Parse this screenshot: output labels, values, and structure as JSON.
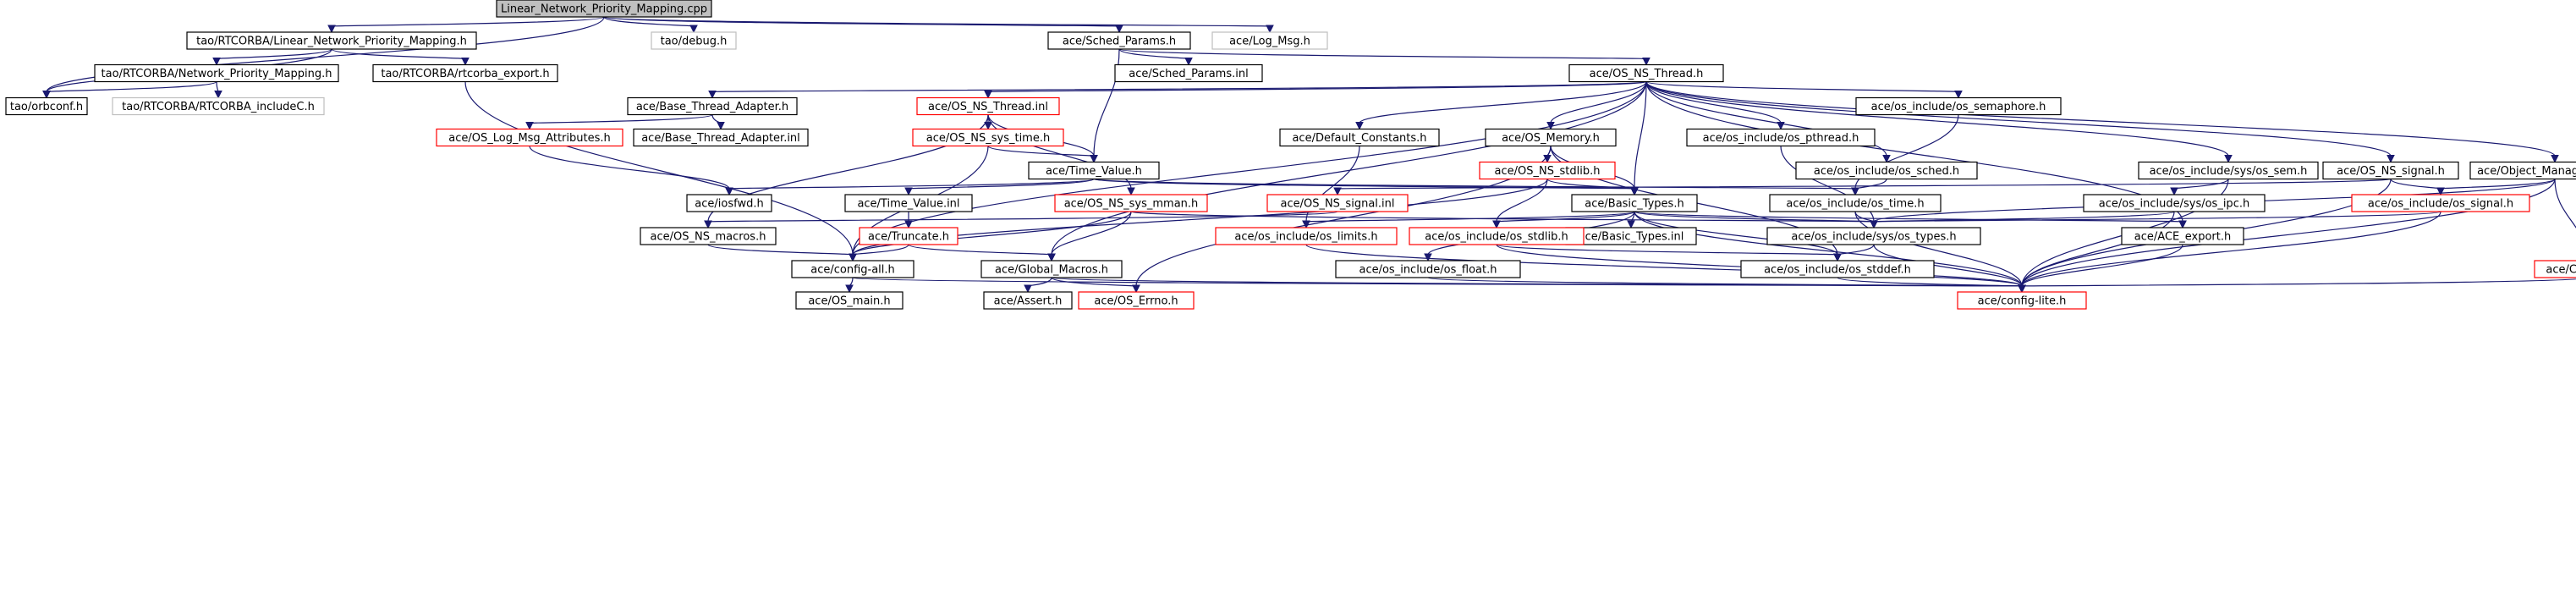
{
  "colors": {
    "edge": "#191970",
    "border_default": "#000000",
    "border_truncated": "#ff0000",
    "border_external": "#bfbfbf",
    "fill_root": "#bfbfbf",
    "fill_default": "#ffffff",
    "text": "#000000"
  },
  "legend_note": "black border = documented file, red border = truncated subgraph, gray border = not documented",
  "nodes": [
    {
      "id": "root",
      "label": "Linear_Network_Priority_Mapping.cpp",
      "style": "root"
    },
    {
      "id": "lnpm_h",
      "label": "tao/RTCORBA/Linear_Network_Priority_Mapping.h",
      "style": "default"
    },
    {
      "id": "debug_h",
      "label": "tao/debug.h",
      "style": "external"
    },
    {
      "id": "sched_params_h",
      "label": "ace/Sched_Params.h",
      "style": "default"
    },
    {
      "id": "log_msg_h",
      "label": "ace/Log_Msg.h",
      "style": "external"
    },
    {
      "id": "npm_h",
      "label": "tao/RTCORBA/Network_Priority_Mapping.h",
      "style": "default"
    },
    {
      "id": "rtcorba_export_h",
      "label": "tao/RTCORBA/rtcorba_export.h",
      "style": "default"
    },
    {
      "id": "sched_params_inl",
      "label": "ace/Sched_Params.inl",
      "style": "default"
    },
    {
      "id": "os_ns_thread_h",
      "label": "ace/OS_NS_Thread.h",
      "style": "default"
    },
    {
      "id": "orbconf_h",
      "label": "tao/orbconf.h",
      "style": "default"
    },
    {
      "id": "rtcorba_includec_h",
      "label": "tao/RTCORBA/RTCORBA_includeC.h",
      "style": "external"
    },
    {
      "id": "base_thread_adapter_h",
      "label": "ace/Base_Thread_Adapter.h",
      "style": "default"
    },
    {
      "id": "os_ns_thread_inl",
      "label": "ace/OS_NS_Thread.inl",
      "style": "truncated"
    },
    {
      "id": "os_semaphore_h",
      "label": "ace/os_include/os_semaphore.h",
      "style": "default"
    },
    {
      "id": "os_log_msg_attr_h",
      "label": "ace/OS_Log_Msg_Attributes.h",
      "style": "truncated"
    },
    {
      "id": "base_thread_adapter_inl",
      "label": "ace/Base_Thread_Adapter.inl",
      "style": "default"
    },
    {
      "id": "os_ns_sys_time_h",
      "label": "ace/OS_NS_sys_time.h",
      "style": "truncated"
    },
    {
      "id": "default_constants_h",
      "label": "ace/Default_Constants.h",
      "style": "default"
    },
    {
      "id": "os_memory_h",
      "label": "ace/OS_Memory.h",
      "style": "default"
    },
    {
      "id": "os_pthread_h",
      "label": "ace/os_include/os_pthread.h",
      "style": "default"
    },
    {
      "id": "time_value_h",
      "label": "ace/Time_Value.h",
      "style": "default"
    },
    {
      "id": "os_ns_stdlib_h",
      "label": "ace/OS_NS_stdlib.h",
      "style": "truncated"
    },
    {
      "id": "os_sched_h",
      "label": "ace/os_include/os_sched.h",
      "style": "default"
    },
    {
      "id": "os_sys_sem_h",
      "label": "ace/os_include/sys/os_sem.h",
      "style": "default"
    },
    {
      "id": "os_ns_signal_h",
      "label": "ace/OS_NS_signal.h",
      "style": "default"
    },
    {
      "id": "object_manager_base_h",
      "label": "ace/Object_Manager_Base.h",
      "style": "default"
    },
    {
      "id": "iosfwd_h",
      "label": "ace/iosfwd.h",
      "style": "default"
    },
    {
      "id": "time_value_inl",
      "label": "ace/Time_Value.inl",
      "style": "default"
    },
    {
      "id": "os_ns_sys_mman_h",
      "label": "ace/OS_NS_sys_mman.h",
      "style": "truncated"
    },
    {
      "id": "os_ns_signal_inl",
      "label": "ace/OS_NS_signal.inl",
      "style": "truncated"
    },
    {
      "id": "basic_types_h",
      "label": "ace/Basic_Types.h",
      "style": "default"
    },
    {
      "id": "os_time_h",
      "label": "ace/os_include/os_time.h",
      "style": "default"
    },
    {
      "id": "os_sys_ipc_h",
      "label": "ace/os_include/sys/os_ipc.h",
      "style": "default"
    },
    {
      "id": "os_signal_h",
      "label": "ace/os_include/os_signal.h",
      "style": "truncated"
    },
    {
      "id": "os_ns_macros_h",
      "label": "ace/OS_NS_macros.h",
      "style": "default"
    },
    {
      "id": "truncate_h",
      "label": "ace/Truncate.h",
      "style": "truncated"
    },
    {
      "id": "os_limits_h",
      "label": "ace/os_include/os_limits.h",
      "style": "truncated"
    },
    {
      "id": "basic_types_inl",
      "label": "ace/Basic_Types.inl",
      "style": "default"
    },
    {
      "id": "os_stdlib_h",
      "label": "ace/os_include/os_stdlib.h",
      "style": "truncated"
    },
    {
      "id": "os_sys_types_h",
      "label": "ace/os_include/sys/os_types.h",
      "style": "default"
    },
    {
      "id": "ace_export_h",
      "label": "ace/ACE_export.h",
      "style": "default"
    },
    {
      "id": "config_all_h",
      "label": "ace/config-all.h",
      "style": "default"
    },
    {
      "id": "global_macros_h",
      "label": "ace/Global_Macros.h",
      "style": "default"
    },
    {
      "id": "os_float_h",
      "label": "ace/os_include/os_float.h",
      "style": "default"
    },
    {
      "id": "os_stddef_h",
      "label": "ace/os_include/os_stddef.h",
      "style": "default"
    },
    {
      "id": "cleanup_h",
      "label": "ace/Cleanup.h",
      "style": "truncated"
    },
    {
      "id": "os_main_h",
      "label": "ace/OS_main.h",
      "style": "default"
    },
    {
      "id": "assert_h",
      "label": "ace/Assert.h",
      "style": "default"
    },
    {
      "id": "os_errno_h",
      "label": "ace/OS_Errno.h",
      "style": "truncated"
    },
    {
      "id": "config_lite_h",
      "label": "ace/config-lite.h",
      "style": "truncated"
    }
  ],
  "edges": [
    [
      "root",
      "lnpm_h"
    ],
    [
      "root",
      "debug_h"
    ],
    [
      "root",
      "sched_params_h"
    ],
    [
      "root",
      "log_msg_h"
    ],
    [
      "root",
      "orbconf_h"
    ],
    [
      "lnpm_h",
      "npm_h"
    ],
    [
      "lnpm_h",
      "rtcorba_export_h"
    ],
    [
      "lnpm_h",
      "orbconf_h"
    ],
    [
      "npm_h",
      "orbconf_h"
    ],
    [
      "npm_h",
      "rtcorba_includec_h"
    ],
    [
      "rtcorba_export_h",
      "config_all_h"
    ],
    [
      "sched_params_h",
      "sched_params_inl"
    ],
    [
      "sched_params_h",
      "os_ns_thread_h"
    ],
    [
      "sched_params_h",
      "time_value_h"
    ],
    [
      "os_ns_thread_h",
      "base_thread_adapter_h"
    ],
    [
      "os_ns_thread_h",
      "os_ns_thread_inl"
    ],
    [
      "os_ns_thread_h",
      "os_semaphore_h"
    ],
    [
      "os_ns_thread_h",
      "default_constants_h"
    ],
    [
      "os_ns_thread_h",
      "os_memory_h"
    ],
    [
      "os_ns_thread_h",
      "os_pthread_h"
    ],
    [
      "os_ns_thread_h",
      "os_sched_h"
    ],
    [
      "os_ns_thread_h",
      "os_sys_sem_h"
    ],
    [
      "os_ns_thread_h",
      "os_ns_signal_h"
    ],
    [
      "os_ns_thread_h",
      "object_manager_base_h"
    ],
    [
      "os_ns_thread_h",
      "basic_types_h"
    ],
    [
      "os_ns_thread_h",
      "config_all_h"
    ],
    [
      "os_ns_thread_h",
      "global_macros_h"
    ],
    [
      "os_ns_thread_h",
      "ace_export_h"
    ],
    [
      "base_thread_adapter_h",
      "os_log_msg_attr_h"
    ],
    [
      "base_thread_adapter_h",
      "base_thread_adapter_inl"
    ],
    [
      "os_log_msg_attr_h",
      "iosfwd_h"
    ],
    [
      "os_ns_thread_inl",
      "os_ns_sys_time_h"
    ],
    [
      "os_ns_thread_inl",
      "time_value_h"
    ],
    [
      "os_ns_thread_inl",
      "os_ns_sys_mman_h"
    ],
    [
      "os_ns_thread_inl",
      "os_ns_macros_h"
    ],
    [
      "os_ns_sys_time_h",
      "time_value_h"
    ],
    [
      "os_ns_sys_time_h",
      "config_all_h"
    ],
    [
      "default_constants_h",
      "os_limits_h"
    ],
    [
      "os_memory_h",
      "os_ns_stdlib_h"
    ],
    [
      "os_memory_h",
      "basic_types_h"
    ],
    [
      "os_memory_h",
      "os_errno_h"
    ],
    [
      "os_memory_h",
      "os_stddef_h"
    ],
    [
      "os_ns_stdlib_h",
      "basic_types_h"
    ],
    [
      "os_ns_stdlib_h",
      "os_stdlib_h"
    ],
    [
      "os_ns_stdlib_h",
      "config_all_h"
    ],
    [
      "os_pthread_h",
      "os_sys_types_h"
    ],
    [
      "time_value_h",
      "iosfwd_h"
    ],
    [
      "time_value_h",
      "time_value_inl"
    ],
    [
      "time_value_h",
      "basic_types_h"
    ],
    [
      "time_value_h",
      "os_time_h"
    ],
    [
      "time_value_inl",
      "truncate_h"
    ],
    [
      "truncate_h",
      "config_all_h"
    ],
    [
      "truncate_h",
      "global_macros_h"
    ],
    [
      "os_ns_sys_mman_h",
      "os_sys_types_h"
    ],
    [
      "os_ns_sys_mman_h",
      "global_macros_h"
    ],
    [
      "os_ns_sys_mman_h",
      "config_all_h"
    ],
    [
      "os_ns_signal_inl",
      "os_ns_macros_h"
    ],
    [
      "os_ns_macros_h",
      "config_all_h"
    ],
    [
      "basic_types_h",
      "os_limits_h"
    ],
    [
      "basic_types_h",
      "basic_types_inl"
    ],
    [
      "basic_types_h",
      "os_stdlib_h"
    ],
    [
      "basic_types_h",
      "os_float_h"
    ],
    [
      "basic_types_h",
      "os_sys_types_h"
    ],
    [
      "basic_types_h",
      "ace_export_h"
    ],
    [
      "basic_types_h",
      "os_stddef_h"
    ],
    [
      "basic_types_h",
      "config_lite_h"
    ],
    [
      "os_semaphore_h",
      "os_time_h"
    ],
    [
      "os_sched_h",
      "os_time_h"
    ],
    [
      "os_time_h",
      "os_sys_types_h"
    ],
    [
      "os_time_h",
      "config_lite_h"
    ],
    [
      "os_sys_sem_h",
      "os_sys_ipc_h"
    ],
    [
      "os_sys_sem_h",
      "config_lite_h"
    ],
    [
      "os_sys_ipc_h",
      "os_sys_types_h"
    ],
    [
      "os_sys_ipc_h",
      "config_lite_h"
    ],
    [
      "os_ns_signal_h",
      "os_ns_signal_inl"
    ],
    [
      "os_ns_signal_h",
      "os_signal_h"
    ],
    [
      "os_ns_signal_h",
      "config_lite_h"
    ],
    [
      "object_manager_base_h",
      "os_signal_h"
    ],
    [
      "object_manager_base_h",
      "os_sys_types_h"
    ],
    [
      "object_manager_base_h",
      "cleanup_h"
    ],
    [
      "object_manager_base_h",
      "config_lite_h"
    ],
    [
      "os_signal_h",
      "os_sys_types_h"
    ],
    [
      "os_signal_h",
      "config_lite_h"
    ],
    [
      "cleanup_h",
      "config_lite_h"
    ],
    [
      "os_stdlib_h",
      "os_stddef_h"
    ],
    [
      "os_stdlib_h",
      "config_lite_h"
    ],
    [
      "os_sys_types_h",
      "os_stddef_h"
    ],
    [
      "os_sys_types_h",
      "config_lite_h"
    ],
    [
      "os_stddef_h",
      "config_lite_h"
    ],
    [
      "os_float_h",
      "config_lite_h"
    ],
    [
      "os_limits_h",
      "config_lite_h"
    ],
    [
      "ace_export_h",
      "config_lite_h"
    ],
    [
      "config_all_h",
      "os_main_h"
    ],
    [
      "config_all_h",
      "config_lite_h"
    ],
    [
      "global_macros_h",
      "assert_h"
    ],
    [
      "global_macros_h",
      "os_errno_h"
    ],
    [
      "global_macros_h",
      "config_lite_h"
    ]
  ]
}
